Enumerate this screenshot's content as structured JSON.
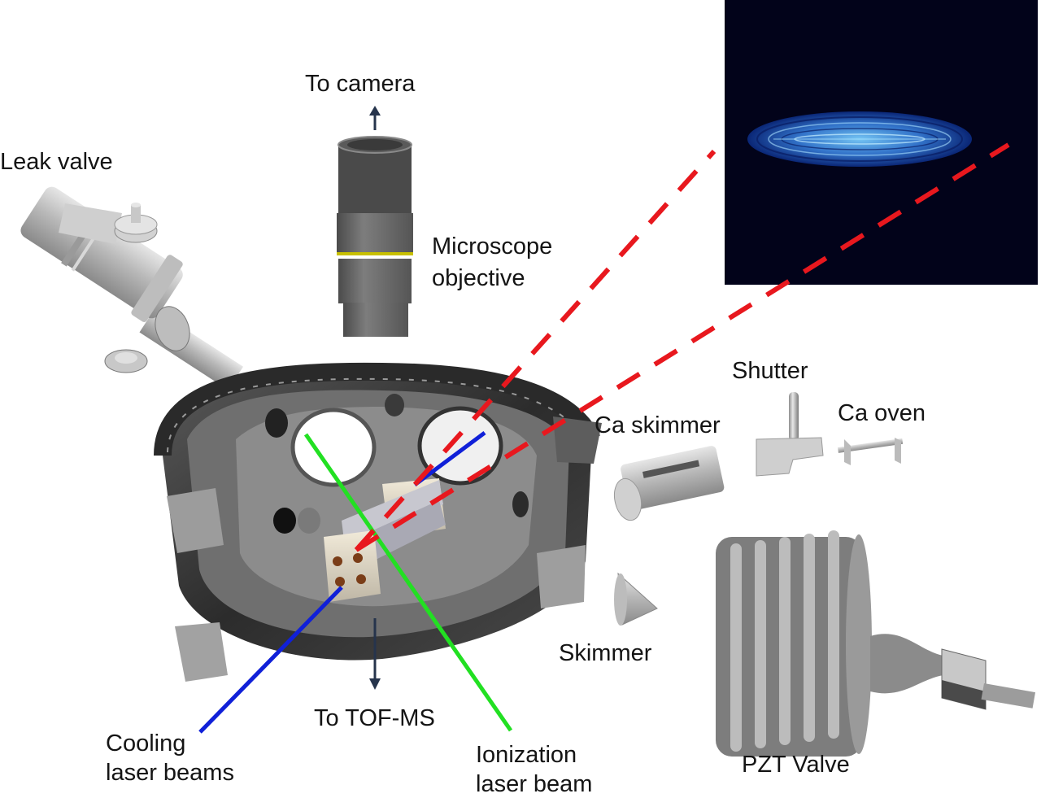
{
  "figure": {
    "title_hidden": "",
    "labels": {
      "to_camera": "To camera",
      "leak_valve": "Leak valve",
      "microscope_objective": [
        "Microscope",
        "objective"
      ],
      "shutter": "Shutter",
      "ca_skimmer": "Ca skimmer",
      "ca_oven": "Ca oven",
      "skimmer": "Skimmer",
      "to_tof_ms": "To TOF-MS",
      "cooling_laser_beams": [
        "Cooling",
        "laser beams"
      ],
      "ionization_laser_beam": [
        "Ionization",
        "laser beam"
      ],
      "pzt_valve": "PZT Valve"
    },
    "colors": {
      "cooling_beam": "#1020d8",
      "ionization_beam": "#22e022",
      "imaging_path": "#e8181e",
      "arrow": "#26344c",
      "inset_background": "#02031a",
      "ion_crystal": "#4aa8ff",
      "metal_dark": "#3a3a3a",
      "metal_light": "#c8c8c8"
    },
    "icons": {
      "camera_arrow": "arrow-up-icon",
      "tof_arrow": "arrow-down-icon"
    }
  }
}
